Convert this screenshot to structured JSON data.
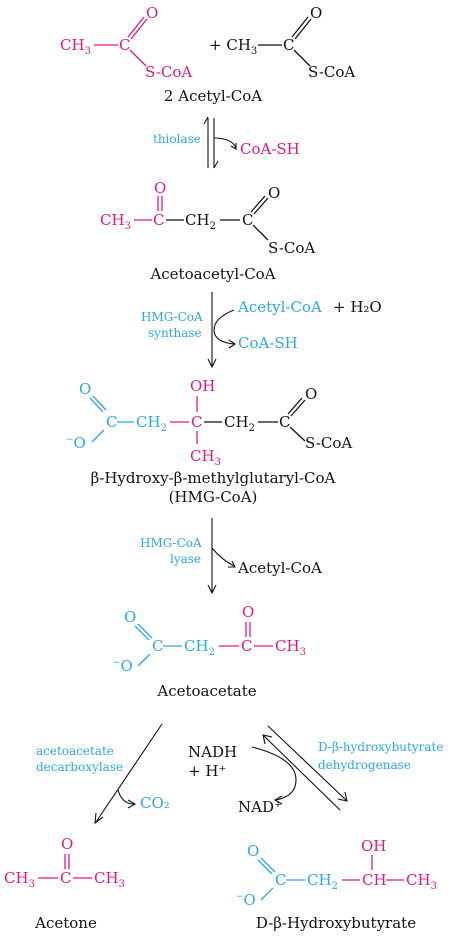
{
  "molecules": {
    "acetyl_coa_label": "2 Acetyl-CoA",
    "acetoacetyl_coa_label": "Acetoacetyl-CoA",
    "hmg_coa_label": "β-Hydroxy-β-methylglutaryl-CoA",
    "hmg_coa_abbrev": "(HMG-CoA)",
    "acetoacetate_label": "Acetoacetate",
    "acetone_label": "Acetone",
    "hydroxybutyrate_label": "D-β-Hydroxybutyrate"
  },
  "enzymes": {
    "thiolase": "thiolase",
    "hmg_synthase_1": "HMG-CoA",
    "hmg_synthase_2": "synthase",
    "hmg_lyase_1": "HMG-CoA",
    "hmg_lyase_2": "lyase",
    "decarboxylase_1": "acetoacetate",
    "decarboxylase_2": "decarboxylase",
    "dehydrogenase_1": "D-β-hydroxybutyrate",
    "dehydrogenase_2": "dehydrogenase"
  },
  "side_products": {
    "coash_1": "CoA-SH",
    "acetyl_coa_in": "Acetyl-CoA",
    "plus_h2o": "+ H₂O",
    "coash_2": "CoA-SH",
    "acetyl_coa_out": "Acetyl-CoA",
    "co2": "CO₂",
    "nadh": "NADH",
    "h_plus": "+ H⁺",
    "nad_plus": "NAD⁺"
  },
  "colors": {
    "pink": "#e0177d",
    "blue": "#2aa8e0",
    "black": "#111111"
  }
}
